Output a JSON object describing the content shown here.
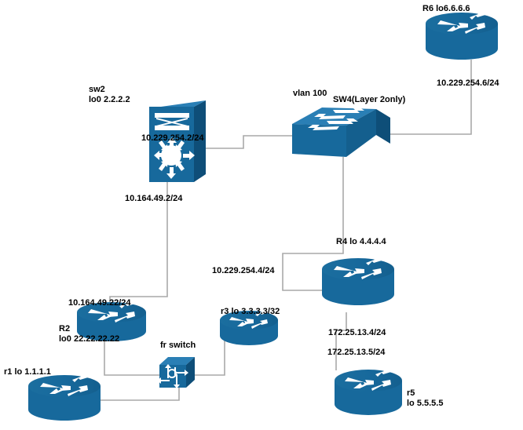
{
  "diagram": {
    "title": "Network Topology Diagram",
    "accent_color": "#17699C",
    "accent_dark": "#0E4E78",
    "accent_light": "#2A7FB5",
    "link_color": "#A9A9A9",
    "text_color": "#000000",
    "background": "#FFFFFF"
  },
  "devices": [
    {
      "id": "r6",
      "type": "router",
      "icon": "router-icon",
      "label": "R6 lo6.6.6.6"
    },
    {
      "id": "sw2",
      "type": "multilayer-switch",
      "icon": "multilayer-switch-icon",
      "label": "sw2\nlo0 2.2.2.2"
    },
    {
      "id": "sw4",
      "type": "switch",
      "icon": "switch-icon",
      "label": "SW4(Layer 2only)"
    },
    {
      "id": "r4",
      "type": "router",
      "icon": "router-icon",
      "label": "R4 lo 4.4.4.4"
    },
    {
      "id": "r2",
      "type": "router",
      "icon": "router-icon",
      "label": "R2\nlo0 22.22.22.22"
    },
    {
      "id": "r3",
      "type": "router",
      "icon": "router-icon",
      "label": "r3 lo 3.3.3.3/32"
    },
    {
      "id": "r1",
      "type": "router",
      "icon": "router-icon",
      "label": "r1 lo 1.1.1.1"
    },
    {
      "id": "r5",
      "type": "router",
      "icon": "router-icon",
      "label": "r5\nlo 5.5.5.5"
    },
    {
      "id": "frswitch",
      "type": "frame-relay-switch",
      "icon": "frame-relay-switch-icon",
      "label": "fr switch"
    }
  ],
  "link_labels": [
    {
      "id": "r6-sw4",
      "text": "10.229.254.6/24"
    },
    {
      "id": "sw2-sw4",
      "text": "10.229.254.2/24"
    },
    {
      "id": "vlan",
      "text": "vlan 100"
    },
    {
      "id": "sw2-r2",
      "text": "10.164.49.2/24"
    },
    {
      "id": "r2-up",
      "text": "10.164.49.22/24"
    },
    {
      "id": "sw4-r4",
      "text": "10.229.254.4/24"
    },
    {
      "id": "r4-down",
      "text": "172.25.13.4/24"
    },
    {
      "id": "r5-up",
      "text": "172.25.13.5/24"
    }
  ]
}
